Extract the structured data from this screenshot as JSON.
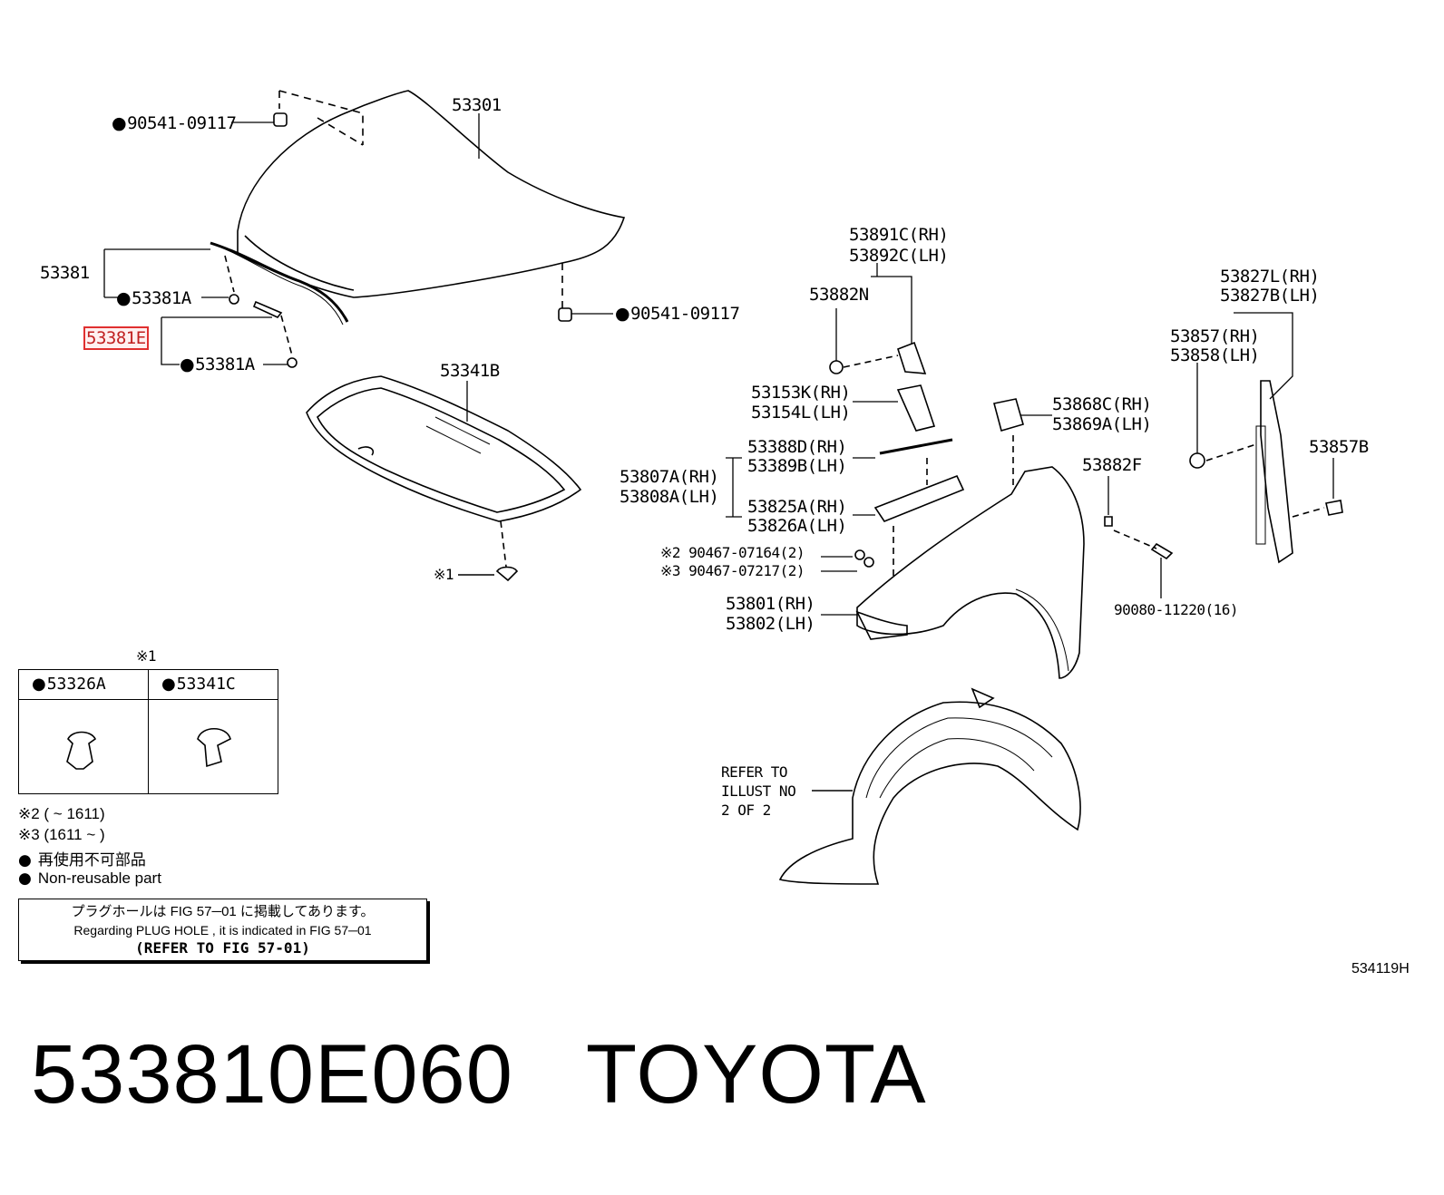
{
  "labels": {
    "l_90541_top": "90541-09117",
    "l_53301": "53301",
    "l_53381": "53381",
    "l_53381A_1": "53381A",
    "l_53381E": "53381E",
    "l_53381A_2": "53381A",
    "l_90541_mid": "90541-09117",
    "l_53341B": "53341B",
    "l_ref1": "※1",
    "l_53891C": "53891C(RH)",
    "l_53892C": "53892C(LH)",
    "l_53882N": "53882N",
    "l_53153K": "53153K(RH)",
    "l_53154L": "53154L(LH)",
    "l_53388D": "53388D(RH)",
    "l_53389B": "53389B(LH)",
    "l_53807A": "53807A(RH)",
    "l_53808A": "53808A(LH)",
    "l_53825A": "53825A(RH)",
    "l_53826A": "53826A(LH)",
    "l_90467_a": "※2 90467-07164(2)",
    "l_90467_b": "※3 90467-07217(2)",
    "l_53801": "53801(RH)",
    "l_53802": "53802(LH)",
    "l_53868C": "53868C(RH)",
    "l_53869A": "53869A(LH)",
    "l_53882F": "53882F",
    "l_90080": "90080-11220(16)",
    "l_53827L": "53827L(RH)",
    "l_53827B": "53827B(LH)",
    "l_53857": "53857(RH)",
    "l_53858": "53858(LH)",
    "l_53857B": "53857B",
    "l_refer1": "REFER TO",
    "l_refer2": "ILLUST NO",
    "l_refer3": "2 OF 2"
  },
  "legend": {
    "marker": "※1",
    "cell1": "53326A",
    "cell2": "53341C"
  },
  "notes": {
    "n2": "※2 (        ~ 1611)",
    "n3": "※3 (1611 ~        )",
    "jp": "再使用不可部品",
    "en": "Non-reusable part"
  },
  "notebox": {
    "line1": "プラグホールは FIG 57─01 に掲載してあります。",
    "line2": "Regarding  PLUG  HOLE , it is indicated in FIG  57─01",
    "line3": "(REFER TO FIG 57-01)"
  },
  "illustration_code": "534119H",
  "caption": {
    "part_number": "533810E060",
    "brand": "TOYOTA"
  },
  "colors": {
    "highlight": "#e03030",
    "ink": "#000000"
  }
}
